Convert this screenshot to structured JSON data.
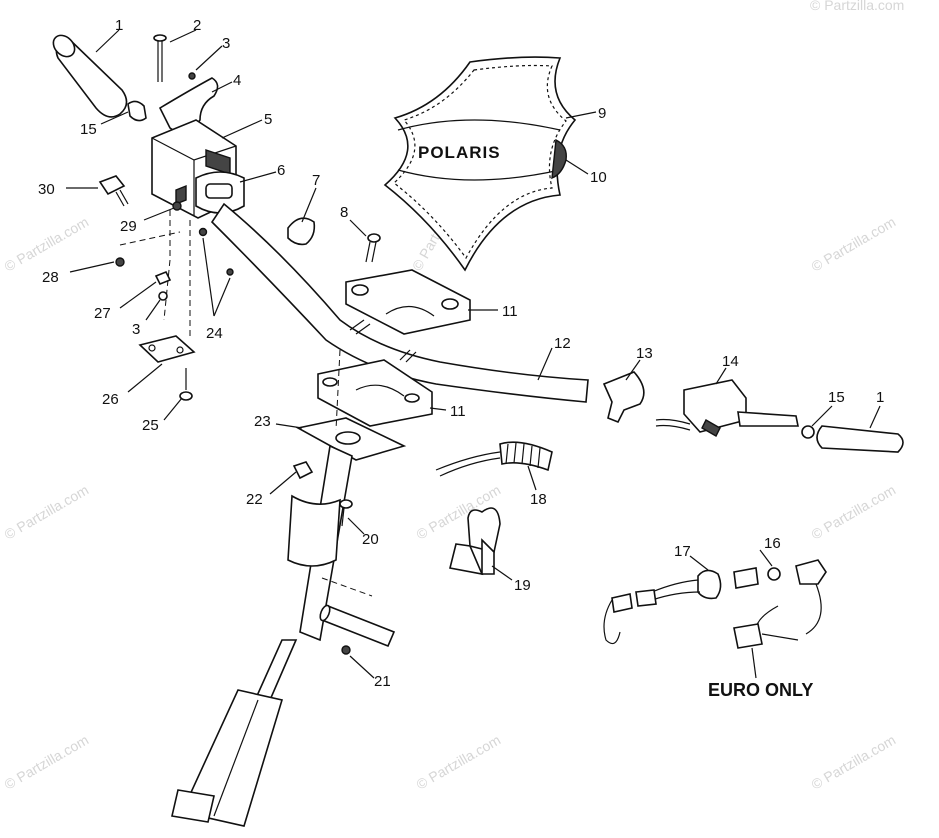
{
  "brand_label": "POLARIS",
  "note_label": "EURO ONLY",
  "watermark": "© Partzilla.com",
  "callouts": [
    {
      "label": "1"
    },
    {
      "label": "2"
    },
    {
      "label": "3"
    },
    {
      "label": "4"
    },
    {
      "label": "15"
    },
    {
      "label": "5"
    },
    {
      "label": "6"
    },
    {
      "label": "30"
    },
    {
      "label": "29"
    },
    {
      "label": "7"
    },
    {
      "label": "9"
    },
    {
      "label": "10"
    },
    {
      "label": "8"
    },
    {
      "label": "28"
    },
    {
      "label": "27"
    },
    {
      "label": "3"
    },
    {
      "label": "24"
    },
    {
      "label": "11"
    },
    {
      "label": "12"
    },
    {
      "label": "13"
    },
    {
      "label": "14"
    },
    {
      "label": "15"
    },
    {
      "label": "1"
    },
    {
      "label": "26"
    },
    {
      "label": "25"
    },
    {
      "label": "23"
    },
    {
      "label": "11"
    },
    {
      "label": "22"
    },
    {
      "label": "18"
    },
    {
      "label": "20"
    },
    {
      "label": "19"
    },
    {
      "label": "17"
    },
    {
      "label": "16"
    },
    {
      "label": "21"
    }
  ]
}
